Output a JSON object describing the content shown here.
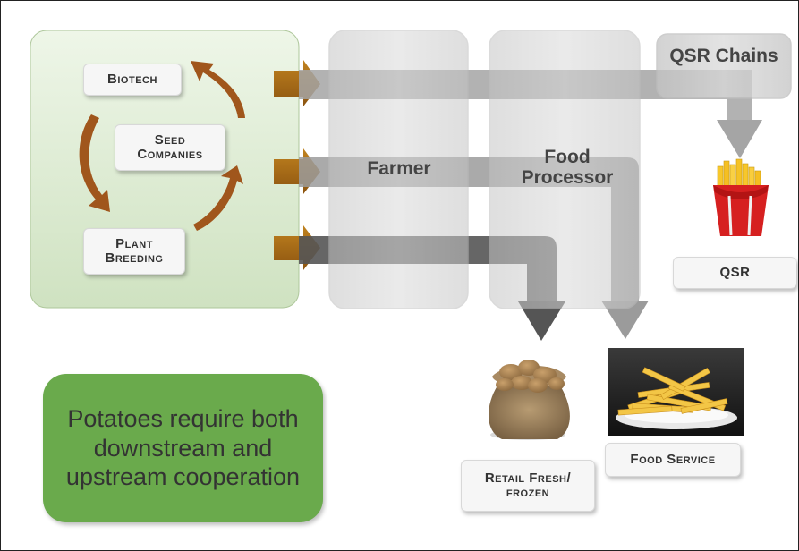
{
  "diagram": {
    "sources": [
      {
        "id": "biotech",
        "label": "Biotech"
      },
      {
        "id": "seed",
        "label": "Seed Companies"
      },
      {
        "id": "plant",
        "label": "Plant Breeding"
      }
    ],
    "columns": [
      {
        "id": "farmer",
        "label": "Farmer"
      },
      {
        "id": "food-processor",
        "label": "Food Processor"
      },
      {
        "id": "qsr-chains",
        "label": "QSR Chains"
      }
    ],
    "outlets": [
      {
        "id": "qsr",
        "label": "QSR"
      },
      {
        "id": "retail",
        "label": "Retail Fresh/ frozen"
      },
      {
        "id": "food-service",
        "label": "Food Service"
      }
    ],
    "message": "Potatoes require both downstream and upstream cooperation",
    "colors": {
      "source_panel": "#dfeed3",
      "message_box": "#6aaa4c",
      "source_arrow": "#a76a16",
      "cycle_arrow": "#a0561c",
      "flow_light": "#a9a9a9",
      "flow_dark": "#555555"
    }
  }
}
